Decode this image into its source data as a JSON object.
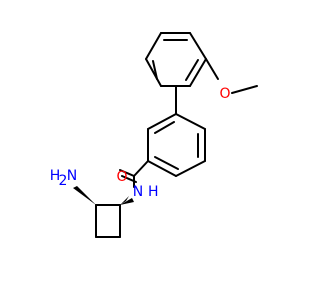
{
  "molecule": {
    "atoms": {
      "oxygen_methoxy": "O",
      "oxygen_carbonyl": "O",
      "nitrogen_amide": "N",
      "hydrogen_amide": "H",
      "nitrogen_amine": "N",
      "hydrogen_amine": "H",
      "hydrogen_amine_sub": "2"
    }
  },
  "colors": {
    "bond": "#000000",
    "oxygen": "#ff0000",
    "nitrogen": "#0000ff",
    "background": "#ffffff"
  }
}
